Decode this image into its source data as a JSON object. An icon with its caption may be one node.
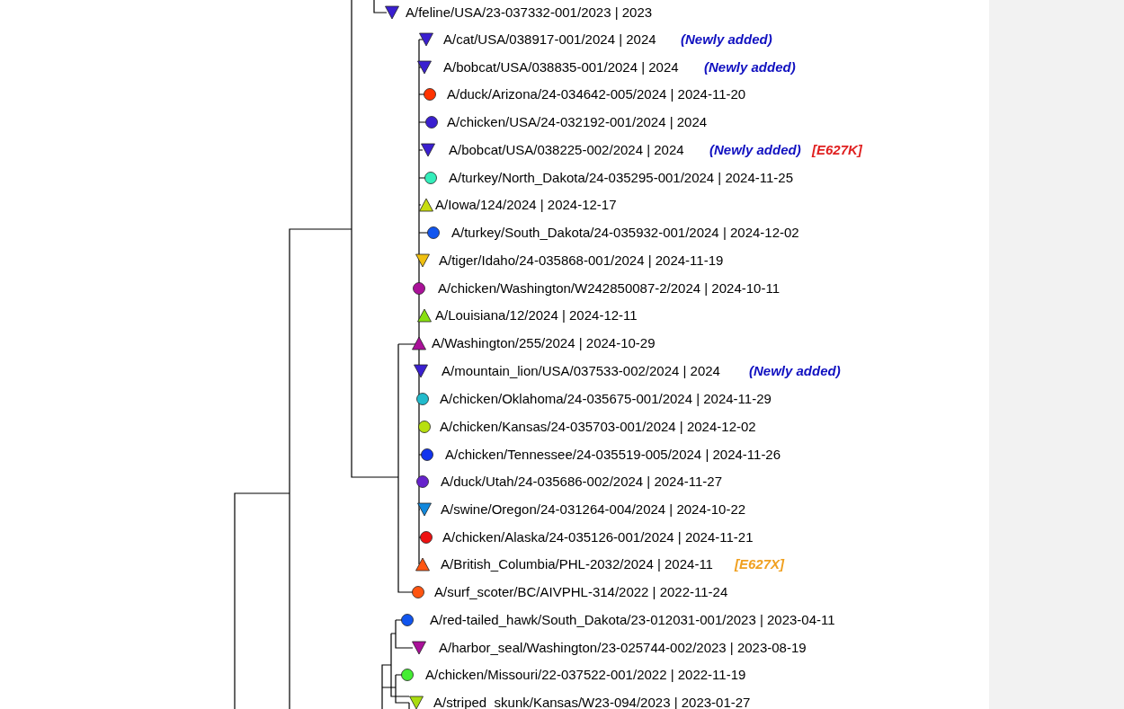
{
  "diagram": {
    "nodes": [
      {
        "text": [
          "A/feline/USA/23-037332-001/2023 | 2023"
        ]
      },
      {
        "text": [
          "A/cat/USA/038917-001/2024 | 2024"
        ]
      },
      {
        "text": [
          "A/bobcat/USA/038835-001/2024 | 2024"
        ]
      },
      {
        "text": [
          "A/duck/Arizona/24-034642-005/2024 | 2024-11-20"
        ]
      },
      {
        "text": [
          "A/chicken/USA/24-032192-001/2024 | 2024"
        ]
      },
      {
        "text": [
          "A/bobcat/USA/038225-002/2024 | 2024"
        ]
      },
      {
        "text": [
          "A/turkey/North_Dakota/24-035295-001/2024 | 2024-11-25"
        ]
      },
      {
        "text": [
          "A/Iowa/124/2024 | 2024-12-17"
        ]
      },
      {
        "text": [
          "A/turkey/South_Dakota/24-035932-001/2024 | 2024-12-02"
        ]
      },
      {
        "text": [
          "A/tiger/Idaho/24-035868-001/2024 | 2024-11-19"
        ]
      },
      {
        "text": [
          "A/chicken/Washington/W242850087-2/2024 | 2024-10-11"
        ]
      },
      {
        "text": [
          "A/Louisiana/12/2024 | 2024-12-11"
        ]
      },
      {
        "text": [
          "A/Washington/255/2024 | 2024-10-29"
        ]
      },
      {
        "text": [
          "A/mountain_lion/USA/037533-002/2024 | 2024"
        ]
      },
      {
        "text": [
          "A/chicken/Oklahoma/24-035675-001/2024 | 2024-11-29"
        ]
      },
      {
        "text": [
          "A/chicken/Kansas/24-035703-001/2024 | 2024-12-02"
        ]
      },
      {
        "text": [
          "A/chicken/Tennessee/24-035519-005/2024 | 2024-11-26"
        ]
      },
      {
        "text": [
          "A/duck/Utah/24-035686-002/2024 | 2024-11-27"
        ]
      },
      {
        "text": [
          "A/swine/Oregon/24-031264-004/2024 | 2024-10-22"
        ]
      },
      {
        "text": [
          "A/chicken/Alaska/24-035126-001/2024 | 2024-11-21"
        ]
      },
      {
        "text": [
          "A/British_Columbia/PHL-2032/2024 | 2024-11"
        ]
      },
      {
        "text": [
          "A/surf_scoter/BC/AIVPHL-314/2022 | 2022-11-24"
        ]
      },
      {
        "text": [
          "A/red-tailed_hawk/South_Dakota/23-012031-001/2023 | 2023-04-11"
        ]
      },
      {
        "text": [
          "A/harbor_seal/Washington/23-025744-002/2023 | 2023-08-19"
        ]
      },
      {
        "text": [
          "A/chicken/Missouri/22-037522-001/2022 | 2022-11-19"
        ]
      },
      {
        "text": [
          "A/striped_skunk/Kansas/W23-094/2023 | 2023-01-27"
        ]
      }
    ],
    "labels": [
      "(Newly added)",
      "(Newly added)",
      "(Newly added)",
      "[E627K]",
      "(Newly added)",
      "[E627X]"
    ]
  }
}
